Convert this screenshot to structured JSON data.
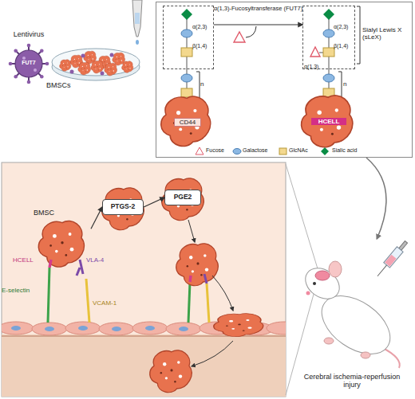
{
  "diagram": {
    "nodes": [
      {
        "text": [
          "Lentivirus",
          "FUT7"
        ]
      },
      {
        "text": [
          "BMSCs"
        ]
      },
      {
        "text": [
          "Sialyl Lewis X (sLeX)"
        ]
      },
      {
        "text": [
          "α(2,3)",
          "β(1,4)"
        ],
        "in": 2
      },
      {
        "text": [
          "α(2,3)",
          "β(1,4)",
          "α(1,3)"
        ],
        "in": 2
      },
      {
        "text": [
          "CD44"
        ],
        "in": 2
      },
      {
        "text": [
          "HCELL"
        ],
        "in": 2
      },
      {
        "text": [
          "BMSC"
        ]
      },
      {
        "text": [
          "PTGS-2"
        ]
      },
      {
        "text": [
          "PGE2"
        ]
      },
      {
        "text": [
          "Cerebral ischemia-reperfusion injury"
        ]
      }
    ],
    "edges": [
      {
        "from": 3,
        "to": 4,
        "arrow": "to",
        "label": "α(1,3)-Fucosyltransferase (FUT7)"
      },
      {
        "from": 7,
        "to": 8,
        "arrow": "to"
      },
      {
        "from": 8,
        "to": 9,
        "arrow": "to"
      },
      {
        "from": 2,
        "to": 10,
        "arrow": "to"
      }
    ],
    "labels": [
      "n",
      "n",
      "E-selectin",
      "HCELL",
      "VLA-4",
      "VCAM-1"
    ],
    "legend": [
      {
        "text": "Fucose"
      },
      {
        "text": "Galactose"
      },
      {
        "text": "GlcNAc"
      },
      {
        "text": "Sialic acid"
      }
    ]
  }
}
